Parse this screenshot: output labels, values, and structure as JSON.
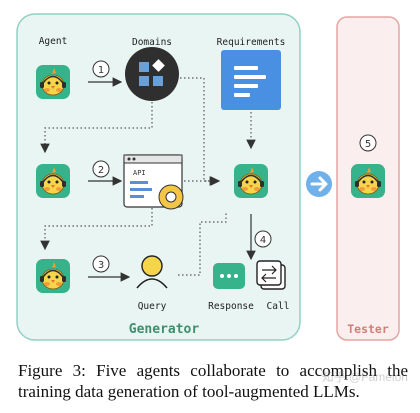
{
  "labels": {
    "agent": "Agent",
    "domains": "Domains",
    "requirements": "Requirements",
    "query": "Query",
    "response": "Response",
    "call": "Call",
    "generator": "Generator",
    "tester": "Tester"
  },
  "api_tag": "API",
  "steps": [
    "1",
    "2",
    "3",
    "4",
    "5"
  ],
  "caption": "Figure 3: Five agents collaborate to accomplish the training data generation of tool-augmented LLMs.",
  "watermark": "知乎 @Famelon",
  "icons": {
    "agent": "bird-agent-icon",
    "domains": "domains-grid-icon",
    "requirements": "document-lines-icon",
    "api": "api-gear-icon",
    "query": "user-icon",
    "response": "chat-bubble-icon",
    "call": "swap-arrows-icon",
    "forward": "arrow-right-circle-icon"
  },
  "colors": {
    "generator_bg": "#e8f5f3",
    "generator_border": "#93cfc4",
    "tester_bg": "#fbeeee",
    "tester_border": "#e3a6a3",
    "agent_tile": "#36b38a",
    "requirements_doc": "#4a90e2"
  }
}
